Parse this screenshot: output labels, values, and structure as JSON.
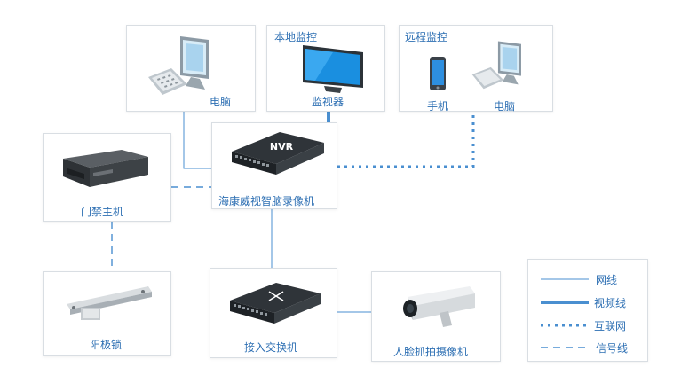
{
  "boxes": {
    "pc_top": {
      "label": "电脑"
    },
    "local_monitor": {
      "header": "本地监控",
      "label": "监视器"
    },
    "remote_monitor": {
      "header": "远程监控",
      "phone_label": "手机",
      "pc_label": "电脑"
    },
    "access_host": {
      "label": "门禁主机"
    },
    "nvr": {
      "label": "海康威视智脑录像机",
      "badge": "NVR"
    },
    "lock": {
      "label": "阳极锁"
    },
    "switch": {
      "label": "接入交换机"
    },
    "camera": {
      "label": "人脸抓拍摄像机"
    }
  },
  "legend": {
    "items": [
      {
        "label": "网线",
        "style": "thin-solid"
      },
      {
        "label": "视频线",
        "style": "thick-solid"
      },
      {
        "label": "互联网",
        "style": "dotted"
      },
      {
        "label": "信号线",
        "style": "dashed"
      }
    ]
  },
  "colors": {
    "line": "#4a8fd0",
    "text": "#2d6fb3",
    "border": "#d9dee3"
  }
}
